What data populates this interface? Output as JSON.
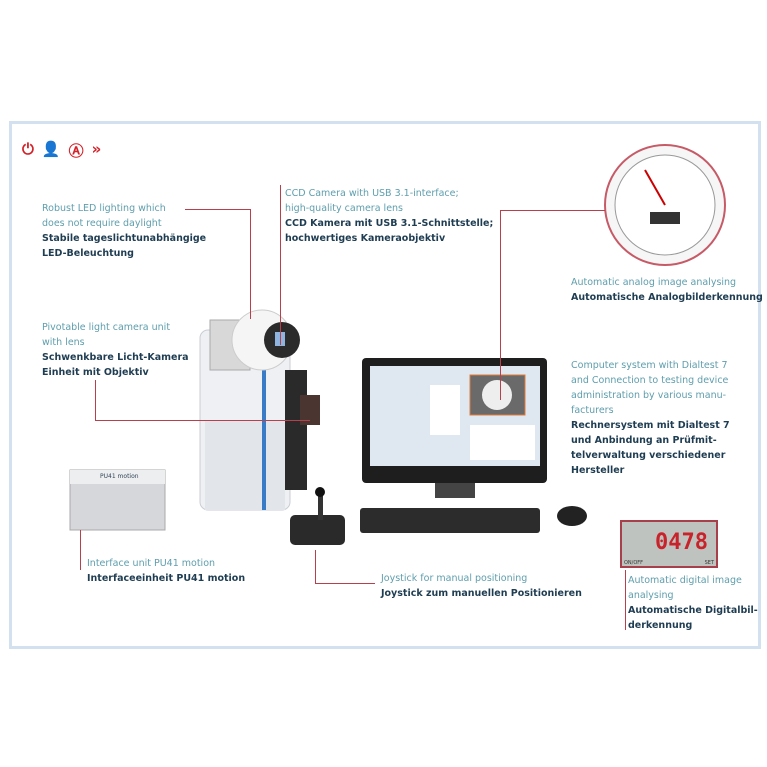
{
  "icons": [
    "plug-icon",
    "operator-icon",
    "automatic-icon",
    "fast-forward-icon"
  ],
  "callouts": {
    "led": {
      "en": [
        "Robust LED lighting which",
        "does not require daylight"
      ],
      "de": [
        "Stabile tageslichtunabhängige",
        "LED-Beleuchtung"
      ]
    },
    "ccd": {
      "en": [
        "CCD Camera with USB 3.1-interface;",
        "high-quality camera lens"
      ],
      "de": [
        "CCD Kamera mit USB 3.1-Schnittstelle;",
        "hochwertiges Kameraobjektiv"
      ]
    },
    "pivot": {
      "en": [
        "Pivotable light camera unit",
        "with lens"
      ],
      "de": [
        "Schwenkbare Licht-Kamera",
        "Einheit mit Objektiv"
      ]
    },
    "analog": {
      "en": [
        "Automatic analog image analysing"
      ],
      "de": [
        "Automatische Analogbilderkennung"
      ]
    },
    "computer": {
      "en": [
        "Computer system with Dialtest 7",
        "and Connection to testing device",
        "administration by various manu-",
        "facturers"
      ],
      "de": [
        "Rechnersystem mit Dialtest 7",
        "und Anbindung an Prüfmit-",
        "telverwaltung verschiedener",
        "Hersteller"
      ]
    },
    "interface": {
      "en": [
        "Interface unit PU41 motion"
      ],
      "de": [
        "Interfaceeinheit PU41 motion"
      ]
    },
    "joystick": {
      "en": [
        "Joystick for manual positioning"
      ],
      "de": [
        "Joystick zum manuellen Positionieren"
      ]
    },
    "digital": {
      "en": [
        "Automatic digital image",
        "analysing"
      ],
      "de": [
        "Automatische Digitalbil-",
        "derkennung"
      ]
    }
  },
  "digital_display": {
    "reading": "0478",
    "left_label": "ON/OFF",
    "right_label": "SET"
  },
  "interface_unit_label": "PU41 motion",
  "colors": {
    "accent": "#d2232a",
    "line": "#b8404c",
    "frame": "#d3e0ef"
  }
}
